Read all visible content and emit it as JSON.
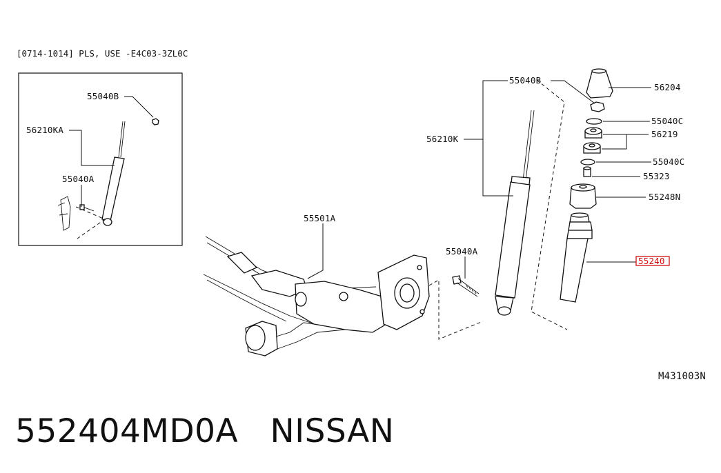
{
  "header_note": "[0714-1014] PLS, USE -E4C03-3ZL0C",
  "inset_labels": {
    "bolt_top": "55040B",
    "shock": "56210KA",
    "bolt_bottom": "55040A"
  },
  "main_labels": {
    "nut_top": "55040B",
    "shock": "56210K",
    "cover": "56204",
    "washer_upper": "55040C",
    "bushing": "56219",
    "washer_lower": "55040C",
    "bumper_sleeve": "55323",
    "bound_bumper": "55248N",
    "shock_assy": "55240",
    "beam": "55501A",
    "bolt": "55040A"
  },
  "figure_code": "M431003N",
  "caption": {
    "part_number": "552404MD0A",
    "brand": "NISSAN"
  },
  "colors": {
    "highlight": "#d01010",
    "ink": "#111111"
  }
}
